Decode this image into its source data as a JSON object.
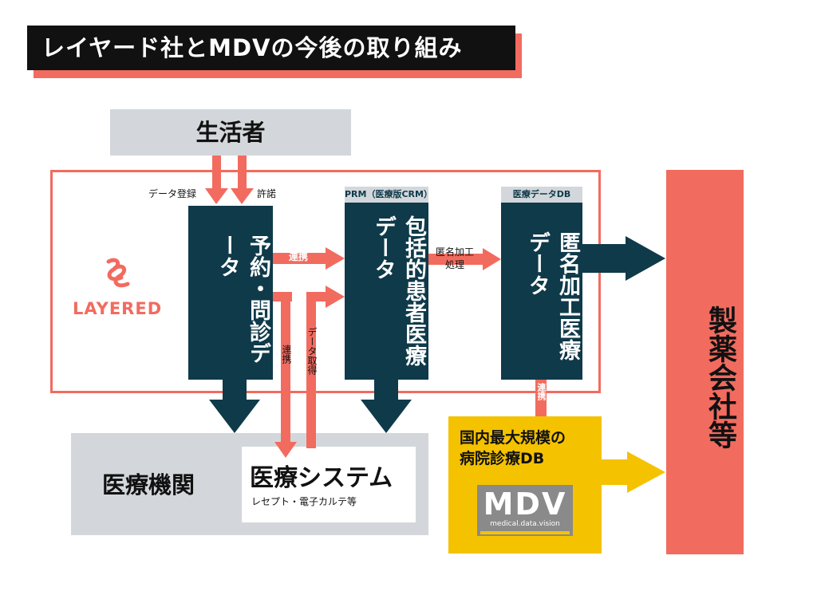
{
  "title": "レイヤード社とMDVの今後の取り組み",
  "consumer": "生活者",
  "labels": {
    "data_registration": "データ登録",
    "consent": "許諾",
    "link1": "連携",
    "link2": "連携",
    "data_acquire": "データ取得",
    "anon_process": "匿名加工\n処理",
    "link3": "連携"
  },
  "layered": {
    "logo_text": "LAYERED"
  },
  "boxes": {
    "reservation": "予約・問診データ",
    "prm_chip": "PRM（医療版CRM）",
    "comprehensive": "包括的患者医療データ",
    "db_chip": "医療データDB",
    "anonymized": "匿名加工医療データ"
  },
  "pharma": "製薬会社等",
  "medical_institution": "医療機関",
  "medical_system": {
    "title": "医療システム",
    "sub": "レセプト・電子カルテ等"
  },
  "mdv_db": {
    "title": "国内最大規模の\n病院診療DB",
    "logo": "MDV",
    "logo_sub": "medical.data.vision"
  },
  "colors": {
    "navy": "#0f3a4a",
    "coral": "#f26b5f",
    "gray": "#d3d7db",
    "yellow": "#f5c200"
  }
}
